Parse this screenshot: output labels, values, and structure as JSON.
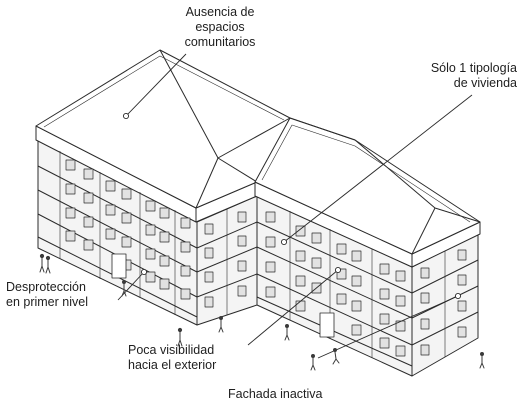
{
  "labels": {
    "comunitarios": [
      "Ausencia de",
      "espacios",
      "comunitarios"
    ],
    "tipologia": [
      "Sólo 1 tipología",
      "de vivienda"
    ],
    "desproteccion": [
      "Desprotección",
      "en primer nivel"
    ],
    "visibilidad": [
      "Poca visibilidad",
      "hacia el exterior"
    ],
    "fachada": [
      "Fachada inactiva"
    ]
  },
  "colors": {
    "line": "#2b2b2b",
    "wall": "#f4f4f4",
    "roof": "#ffffff",
    "window": "#e2e2e2",
    "text": "#1e1e1e"
  }
}
